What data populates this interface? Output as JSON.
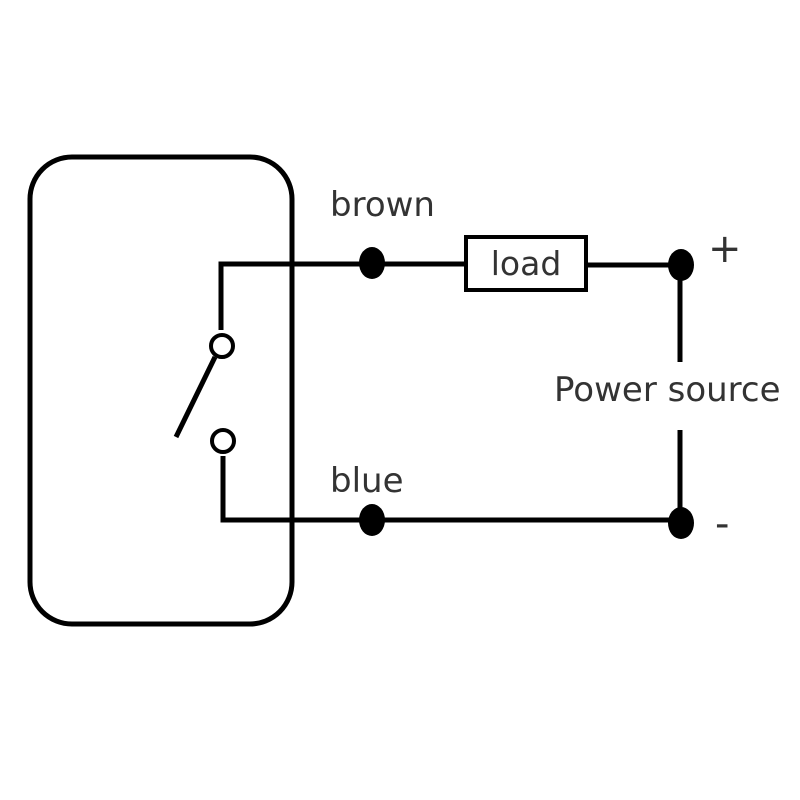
{
  "labels": {
    "brown": "brown",
    "blue": "blue",
    "load": "load",
    "power_source": "Power source",
    "plus": "+",
    "minus": "-"
  },
  "colors": {
    "line": "#000000",
    "text": "#333333",
    "background": "#ffffff"
  }
}
